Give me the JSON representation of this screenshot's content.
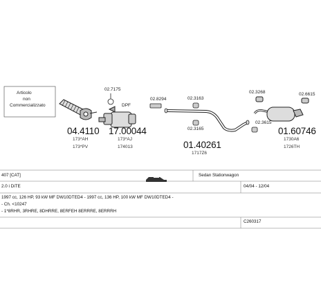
{
  "note": {
    "line1": "Articolo",
    "line2": "non",
    "line3": "Commercializzato"
  },
  "parts": [
    {
      "code": "04.4110",
      "ref1": "173*AH",
      "ref2": "173*PV"
    },
    {
      "code": "17.00044",
      "ref1": "173*AJ",
      "ref2": "174013"
    },
    {
      "code": "01.40261",
      "ref1": "1717Z6"
    },
    {
      "code": "01.60746",
      "ref1": "1730A6",
      "ref2": "1726TH"
    }
  ],
  "callouts": [
    "02.7175",
    "DPF",
    "02.8294",
    "02.3163",
    "02.3165",
    "02.3268",
    "02.6615",
    "02.3615"
  ],
  "info": {
    "model": "407 [CAT]",
    "body_type": "Sedan Stationwagon",
    "engine": "2.0 i DiTE",
    "date_range": "04/04 - 12/04",
    "spec": "1997 cc, 126 HP, 93 kW MF DW10DTED4 - 1997 cc, 136 HP, 100 kW MF DW10DTED4 -",
    "chassis": "- Ch. <10247",
    "engine_codes": "- 1*8RHR, 3RHRE, 8DHRRE, 8ERFEH 8ERRRE, 8ERRRH",
    "catalog": "C260317"
  },
  "icon_names": [
    "car-silhouette-icon",
    "pipe-clamp-icon",
    "exhaust-gasket-icon",
    "rubber-hanger-icon"
  ]
}
